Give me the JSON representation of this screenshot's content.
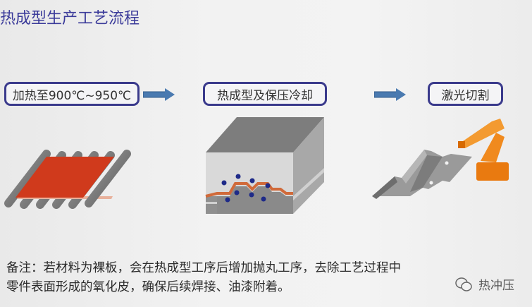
{
  "title": "热成型生产工艺流程",
  "steps": [
    {
      "label": "加热至900℃~950℃",
      "illustration": "heated-blank-on-rollers"
    },
    {
      "label": "热成型及保压冷却",
      "illustration": "press-die-with-cooling"
    },
    {
      "label": "激光切割",
      "illustration": "laser-cutting-part"
    }
  ],
  "arrows": [
    "arrow-right-icon",
    "arrow-right-icon"
  ],
  "note": {
    "line1": "备注：若材料为裸板，会在热成型工序后增加抛丸工序，去除工艺过程中",
    "line2": "零件表面形成的氧化皮，确保后续焊接、油漆附着。"
  },
  "watermark": {
    "icon": "wechat-icon",
    "text": "热冲压"
  },
  "colors": {
    "title": "#3b3b9a",
    "box_border": "#3a3a8c",
    "arrow": "#4a7ab0",
    "blank": "#d03a1c",
    "laser": "#f08a1e"
  }
}
